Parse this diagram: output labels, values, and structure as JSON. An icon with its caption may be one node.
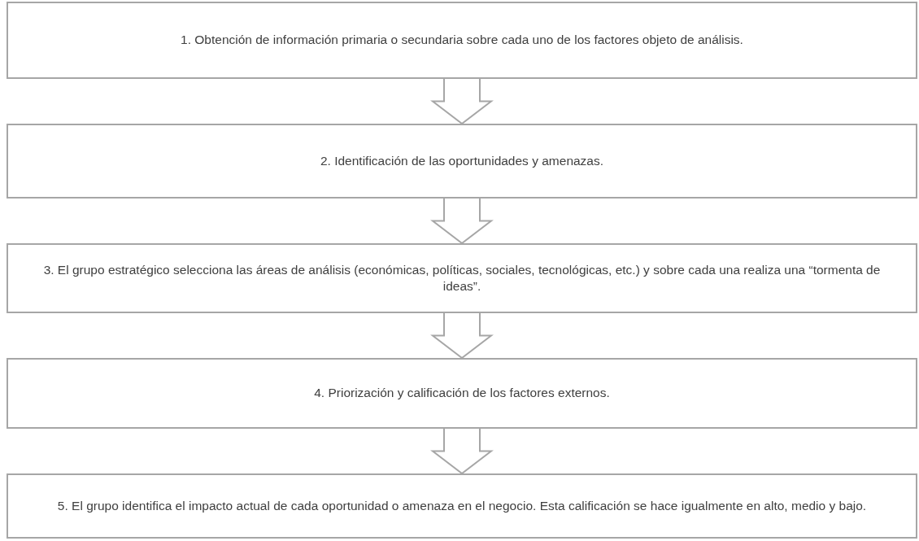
{
  "diagram": {
    "nodes": [
      {
        "text": [
          "1. Obtención de información primaria o secundaria sobre cada uno de los factores objeto de análisis."
        ]
      },
      {
        "text": [
          "2. Identificación de las oportunidades y amenazas."
        ]
      },
      {
        "text": [
          "3. El grupo estratégico selecciona las áreas de análisis (económicas, políticas, sociales, tecnológicas, etc.) y sobre cada una realiza una “tormenta de ideas”."
        ]
      },
      {
        "text": [
          "4. Priorización y calificación de los factores externos."
        ]
      },
      {
        "text": [
          "5. El grupo identifica el impacto actual de cada oportunidad o amenaza en el negocio. Esta calificación se hace igualmente en alto, medio y bajo."
        ]
      }
    ],
    "edges": [
      {
        "from": 0,
        "to": 1,
        "arrow": "to"
      },
      {
        "from": 1,
        "to": 2,
        "arrow": "to"
      },
      {
        "from": 2,
        "to": 3,
        "arrow": "to"
      },
      {
        "from": 3,
        "to": 4,
        "arrow": "to"
      }
    ]
  }
}
